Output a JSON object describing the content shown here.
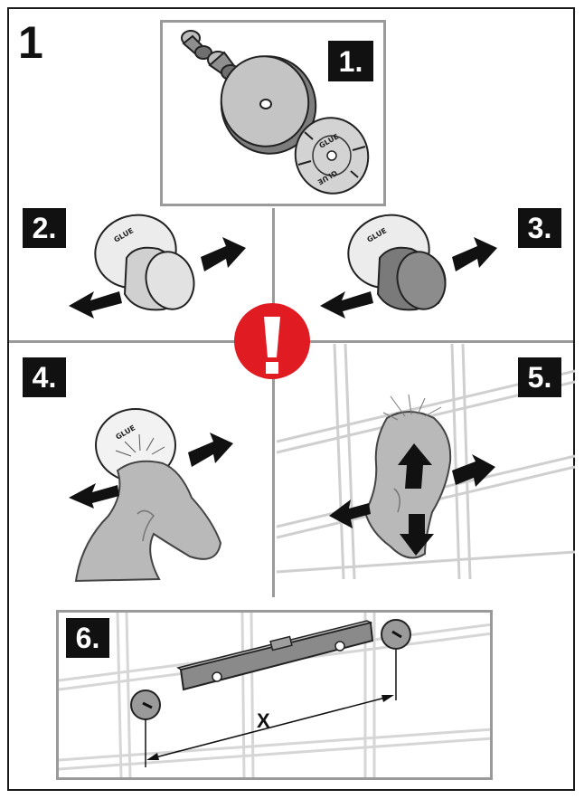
{
  "figure": {
    "main_step": "1",
    "steps": [
      "1.",
      "2.",
      "3.",
      "4.",
      "5.",
      "6."
    ],
    "disc_text": "GLUE",
    "distance_label": "X",
    "warning_symbol": "!"
  },
  "colors": {
    "badge_bg": "#111111",
    "warning_red": "#e11b22",
    "panel_border": "#9a9a9a",
    "cloth_gray": "#b9b9b9",
    "disc_gray": "#c8c8c8",
    "tile_line": "#cfcfcf"
  },
  "icons": [
    "cap-parts-icon",
    "adhesive-disc-icon",
    "knob-icon",
    "arrow-left-icon",
    "arrow-right-icon",
    "arrow-up-icon",
    "arrow-down-icon",
    "cloth-icon",
    "warning-icon",
    "spirit-level-icon",
    "wall-plug-icon"
  ]
}
